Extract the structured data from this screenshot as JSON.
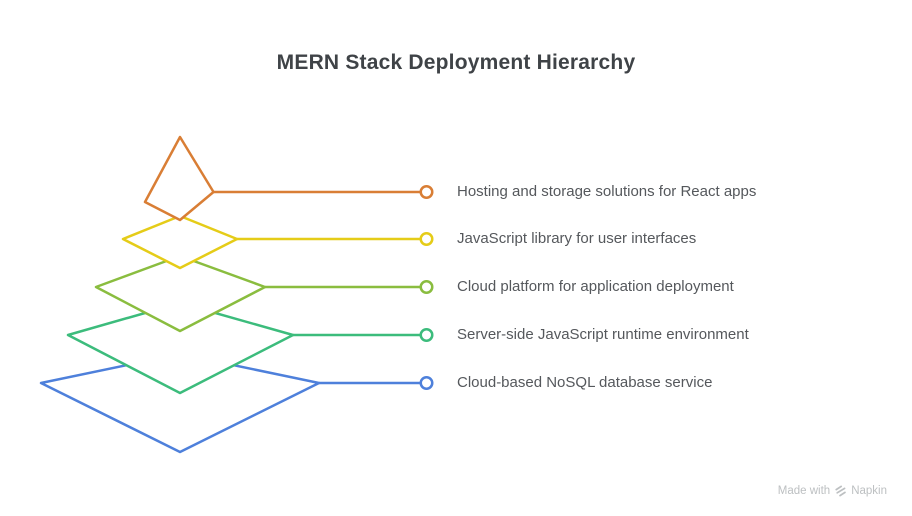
{
  "title": "MERN Stack Deployment Hierarchy",
  "layers": [
    {
      "label": "Hosting and storage solutions for React apps",
      "color": "#d97e35"
    },
    {
      "label": "JavaScript library for user interfaces",
      "color": "#e5cc18"
    },
    {
      "label": "Cloud platform for application deployment",
      "color": "#8abd3f"
    },
    {
      "label": "Server-side JavaScript runtime environment",
      "color": "#3cbc7c"
    },
    {
      "label": "Cloud-based NoSQL database service",
      "color": "#4e80db"
    }
  ],
  "watermark": {
    "prefix": "Made with",
    "brand": "Napkin",
    "icon": "napkin-logo",
    "color": "#bdc0c2"
  }
}
